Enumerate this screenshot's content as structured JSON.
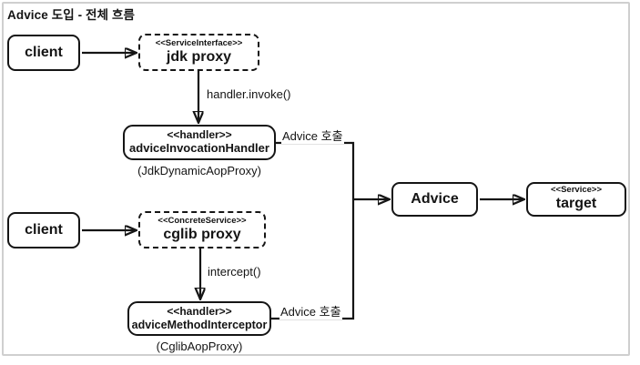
{
  "diagram": {
    "title": "Advice 도입 - 전체 흐름",
    "nodes": {
      "client_top": {
        "label": "client"
      },
      "jdk_proxy": {
        "stereotype": "<<ServiceInterface>>",
        "label": "jdk proxy"
      },
      "handler_jdk": {
        "stereotype": "<<handler>>",
        "label": "adviceInvocationHandler",
        "caption": "(JdkDynamicAopProxy)"
      },
      "client_bottom": {
        "label": "client"
      },
      "cglib_proxy": {
        "stereotype": "<<ConcreteService>>",
        "label": "cglib proxy"
      },
      "handler_cglib": {
        "stereotype": "<<handler>>",
        "label": "adviceMethodInterceptor",
        "caption": "(CglibAopProxy)"
      },
      "advice": {
        "label": "Advice"
      },
      "target": {
        "stereotype": "<<Service>>",
        "label": "target"
      }
    },
    "edge_labels": {
      "invoke": "handler.invoke()",
      "intercept": "intercept()",
      "advice_call_top": "Advice 호출",
      "advice_call_bottom": "Advice 호출"
    },
    "colors": {
      "line": "#151515",
      "frame_border": "#cfcfcf",
      "background": "#ffffff"
    }
  }
}
